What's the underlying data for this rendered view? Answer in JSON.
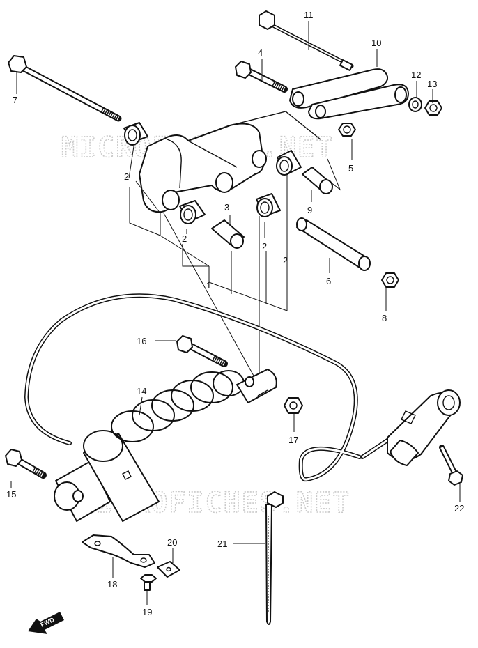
{
  "watermark": {
    "top_text": "MICROFICHES.NET",
    "bottom_text": "MICROFICHES.NET"
  },
  "direction_marker": {
    "text": "FWD"
  },
  "callouts": {
    "c1": "1",
    "c2a": "2",
    "c2b": "2",
    "c2c": "2",
    "c2d": "2",
    "c3": "3",
    "c4": "4",
    "c5": "5",
    "c6": "6",
    "c7": "7",
    "c8": "8",
    "c9": "9",
    "c10": "10",
    "c11": "11",
    "c12": "12",
    "c13": "13",
    "c14": "14",
    "c15": "15",
    "c16": "16",
    "c17": "17",
    "c18": "18",
    "c19": "19",
    "c20": "20",
    "c21": "21",
    "c22": "22"
  }
}
